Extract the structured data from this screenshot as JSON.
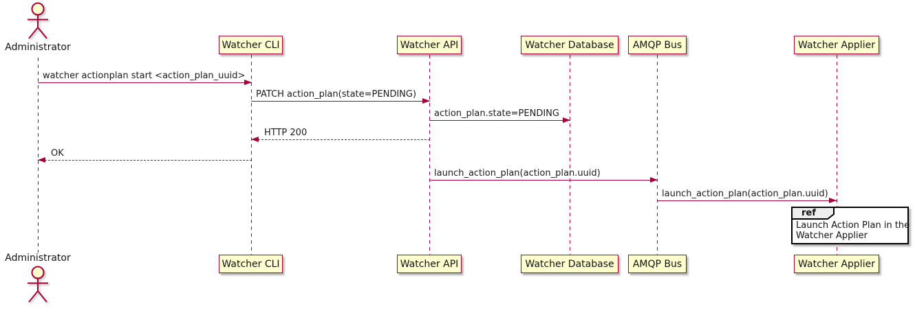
{
  "diagram_type": "sequence",
  "actor": {
    "name": "Administrator"
  },
  "participants": [
    {
      "name": "Watcher CLI"
    },
    {
      "name": "Watcher API"
    },
    {
      "name": "Watcher Database"
    },
    {
      "name": "AMQP Bus"
    },
    {
      "name": "Watcher Applier"
    }
  ],
  "messages": [
    {
      "from": "Administrator",
      "to": "Watcher CLI",
      "label": "watcher actionplan start <action_plan_uuid>",
      "style": "solid"
    },
    {
      "from": "Watcher CLI",
      "to": "Watcher API",
      "label": "PATCH action_plan(state=PENDING)",
      "style": "solid"
    },
    {
      "from": "Watcher API",
      "to": "Watcher Database",
      "label": "action_plan.state=PENDING",
      "style": "solid"
    },
    {
      "from": "Watcher API",
      "to": "Watcher CLI",
      "label": "HTTP 200",
      "style": "dashed"
    },
    {
      "from": "Watcher CLI",
      "to": "Administrator",
      "label": "OK",
      "style": "dashed"
    },
    {
      "from": "Watcher API",
      "to": "AMQP Bus",
      "label": "launch_action_plan(action_plan.uuid)",
      "style": "solid"
    },
    {
      "from": "AMQP Bus",
      "to": "Watcher Applier",
      "label": "launch_action_plan(action_plan.uuid)",
      "style": "solid"
    }
  ],
  "ref_fragment": {
    "keyword": "ref",
    "over": "Watcher Applier",
    "lines": [
      "Launch Action Plan in the",
      "Watcher Applier"
    ]
  },
  "colors": {
    "stroke": "#A80036",
    "participant_fill": "#FEFECE",
    "ref_tab_fill": "#EEEEEE",
    "ref_border": "#000000",
    "text": "#111111",
    "background": "#FFFFFF"
  }
}
